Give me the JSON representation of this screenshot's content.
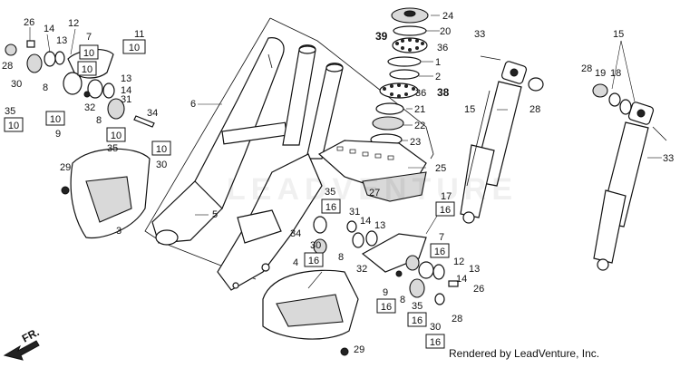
{
  "footer": "Rendered by LeadVenture, Inc.",
  "watermark": "LEADVENTURE",
  "direction_label": "FR.",
  "callouts": {
    "c26a": "26",
    "c14a": "14",
    "c12a": "12",
    "c28a": "28",
    "c13a": "13",
    "c7a": "7",
    "c11": "11",
    "c30a": "30",
    "c35a": "35",
    "c8a": "8",
    "c9a": "9",
    "c13b": "13",
    "c14b": "14",
    "c31a": "31",
    "c32a": "32",
    "c8b": "8",
    "c34a": "34",
    "c35b": "35",
    "c30b": "30",
    "c6": "6",
    "c29a": "29",
    "c5": "5",
    "c3": "3",
    "c24": "24",
    "c39": "39",
    "c20": "20",
    "c36a": "36",
    "c1": "1",
    "c2": "2",
    "c36b": "36",
    "c38": "38",
    "c21": "21",
    "c22": "22",
    "c23": "23",
    "c25": "25",
    "c27": "27",
    "c33a": "33",
    "c15a": "15",
    "c28b": "28",
    "c15b": "15",
    "c28c": "28",
    "c19": "19",
    "c18": "18",
    "c33b": "33",
    "c17": "17",
    "c7b": "7",
    "c12b": "12",
    "c13c": "13",
    "c14c": "14",
    "c26b": "26",
    "c9b": "9",
    "c8c": "8",
    "c35c": "35",
    "c30c": "30",
    "c28d": "28",
    "c35d": "35",
    "c34b": "34",
    "c30d": "30",
    "c31b": "31",
    "c14d": "14",
    "c13d": "13",
    "c8d": "8",
    "c32b": "32",
    "c4": "4",
    "c29b": "29"
  },
  "boxes": {
    "b10a": "10",
    "b10b": "10",
    "b10c": "10",
    "b10d": "10",
    "b10e": "10",
    "b10f": "10",
    "b10g": "10",
    "b16a": "16",
    "b16b": "16",
    "b16c": "16",
    "b16d": "16",
    "b16e": "16",
    "b16f": "16",
    "b16g": "16"
  }
}
